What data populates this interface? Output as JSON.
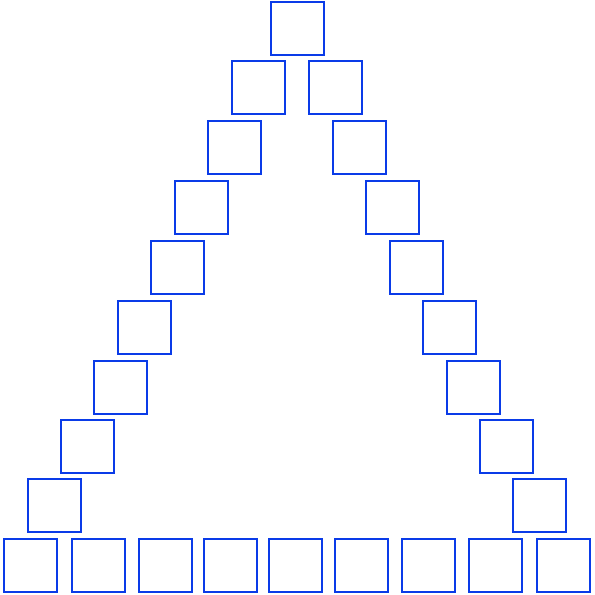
{
  "diagram": {
    "shape": "triangle of squares",
    "square_count": 26,
    "stroke_color": "#0a3be8",
    "fill_color": "none",
    "background": "#ffffff"
  }
}
